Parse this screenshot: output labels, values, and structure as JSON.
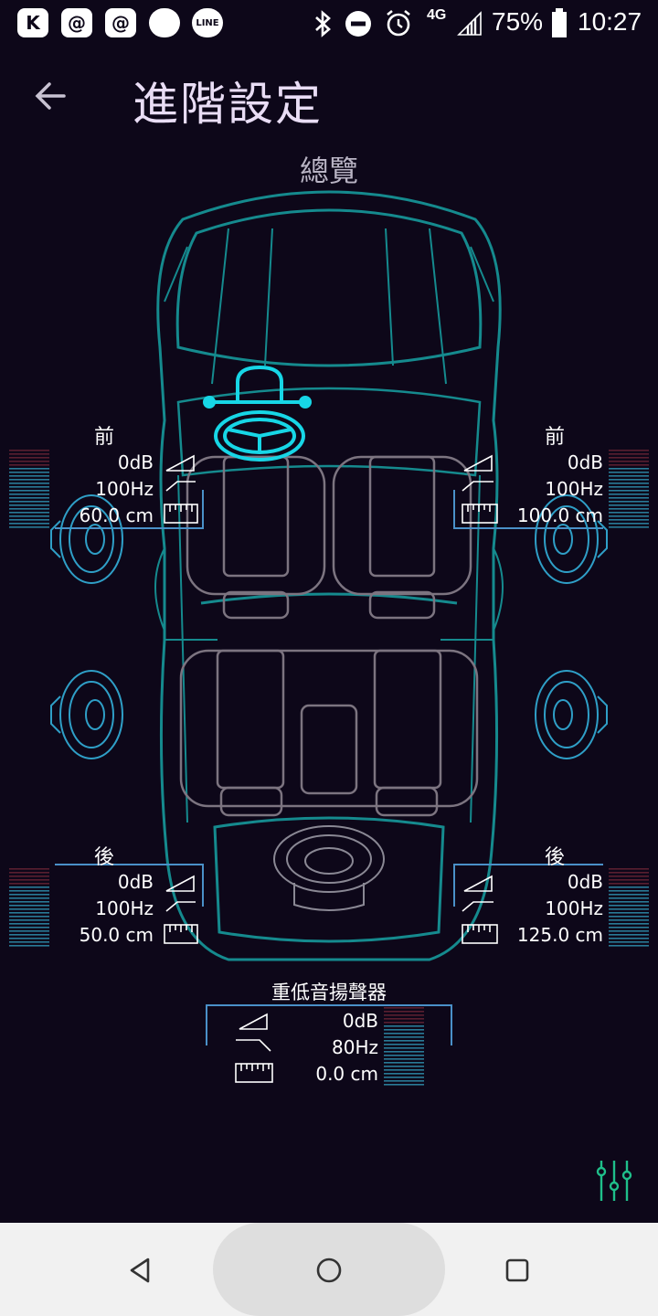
{
  "status_bar": {
    "apps": [
      "K",
      "@",
      "@",
      "",
      "LINE"
    ],
    "network": "4G",
    "battery": "75%",
    "time": "10:27"
  },
  "header": {
    "title": "進階設定"
  },
  "overview_label": "總覽",
  "speakers": {
    "front_left": {
      "label": "前",
      "gain": "0dB",
      "freq": "100Hz",
      "distance": "60.0 cm"
    },
    "front_right": {
      "label": "前",
      "gain": "0dB",
      "freq": "100Hz",
      "distance": "100.0 cm"
    },
    "rear_left": {
      "label": "後",
      "gain": "0dB",
      "freq": "100Hz",
      "distance": "50.0 cm"
    },
    "rear_right": {
      "label": "後",
      "gain": "0dB",
      "freq": "100Hz",
      "distance": "125.0 cm"
    },
    "subwoofer": {
      "label": "重低音揚聲器",
      "gain": "0dB",
      "freq": "80Hz",
      "distance": "0.0 cm"
    }
  },
  "colors": {
    "background": "#0d0719",
    "car_outline": "#1a8a8e",
    "accent": "#17d6e6",
    "seats": "#7c7480",
    "divider": "#4a90c8"
  },
  "icons": {
    "back": "back-arrow-icon",
    "equalizer": "equalizer-sliders-icon"
  }
}
